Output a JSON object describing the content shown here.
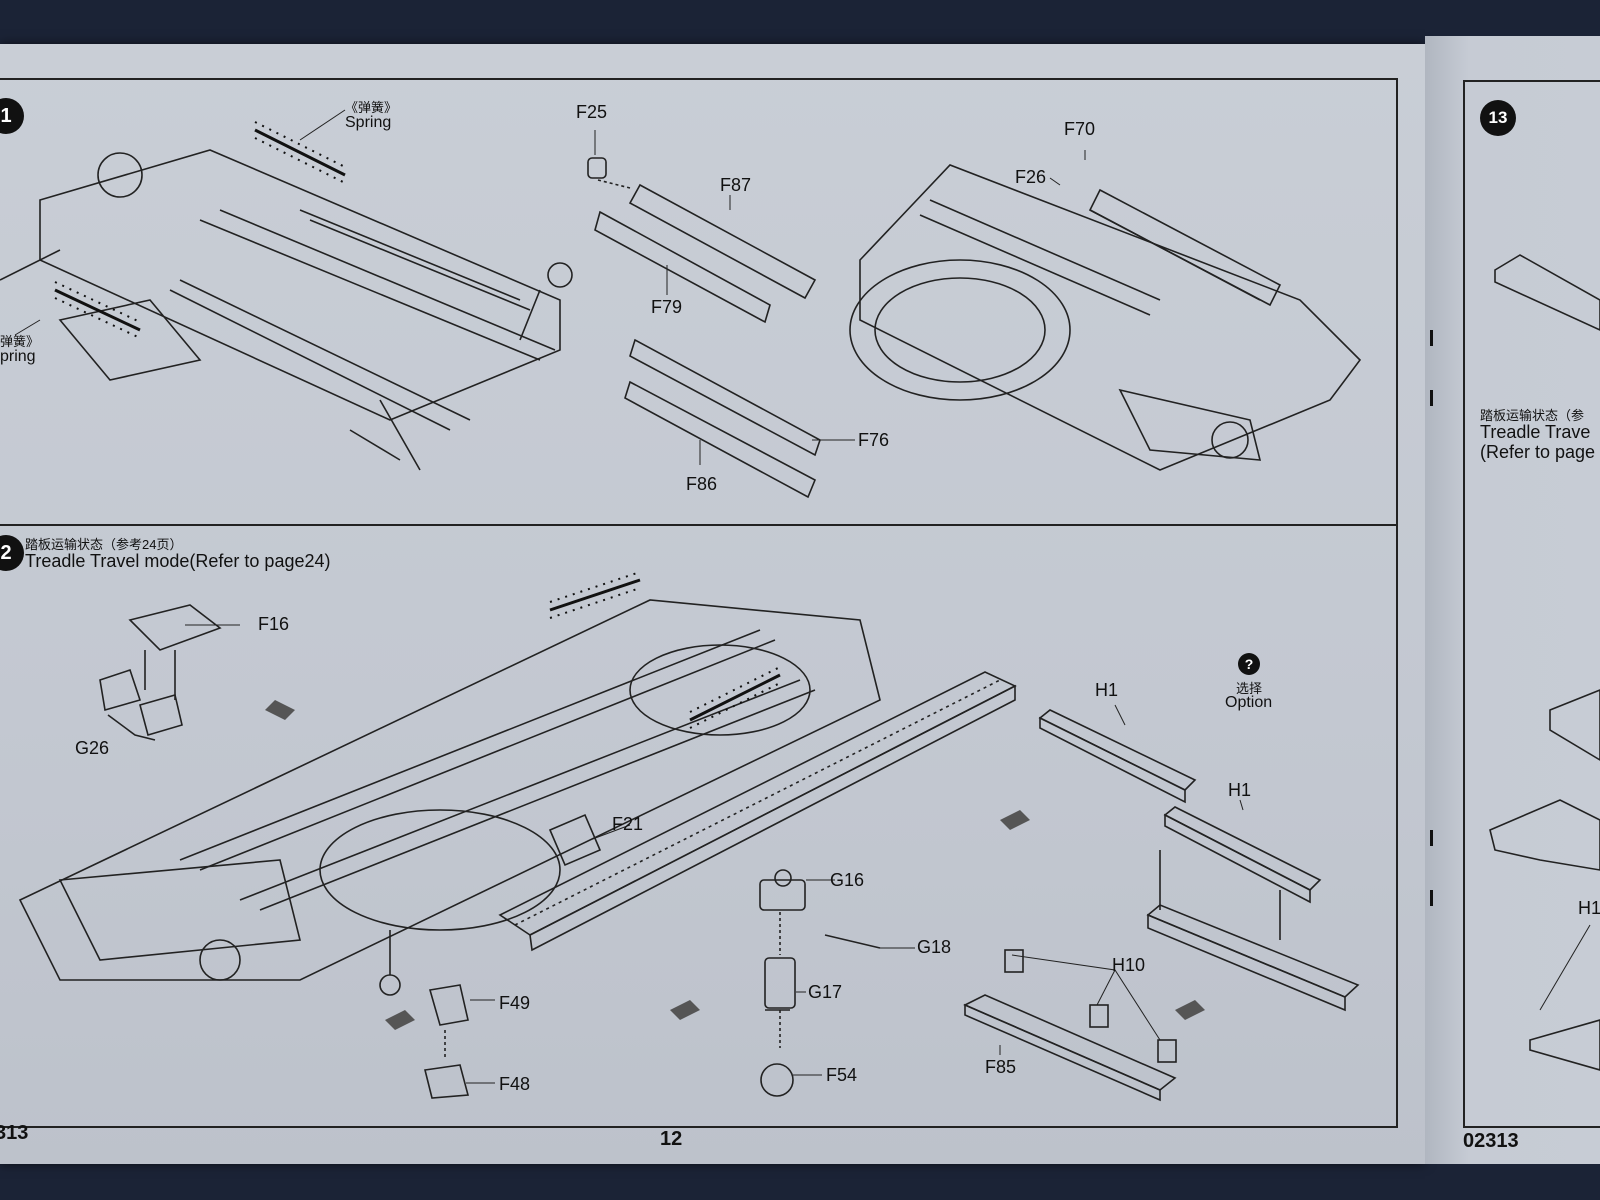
{
  "page": {
    "left_footer_code": "313",
    "page_number": "12",
    "right_footer_code": "02313"
  },
  "step11": {
    "number": "1",
    "spring_top_cn": "《弹簧》",
    "spring_top_en": "Spring",
    "spring_left_cn": "弹簧》",
    "spring_left_en": "pring",
    "parts": [
      "F25",
      "F87",
      "F79",
      "F76",
      "F86",
      "F70",
      "F26"
    ]
  },
  "step12": {
    "number": "2",
    "title_cn": "踏板运输状态（参考24页）",
    "title_en": "Treadle Travel mode(Refer to page24)",
    "option_cn": "选择",
    "option_en": "Option",
    "option_icon": "question-icon",
    "parts": [
      "F16",
      "G26",
      "F21",
      "G16",
      "G18",
      "G17",
      "F49",
      "F48",
      "F54",
      "H1",
      "H1",
      "H10",
      "F85"
    ]
  },
  "step13": {
    "number": "13",
    "title_cn": "踏板运输状态（参",
    "title_en_1": "Treadle Trave",
    "title_en_2": "(Refer to page",
    "parts": [
      "H1"
    ]
  }
}
